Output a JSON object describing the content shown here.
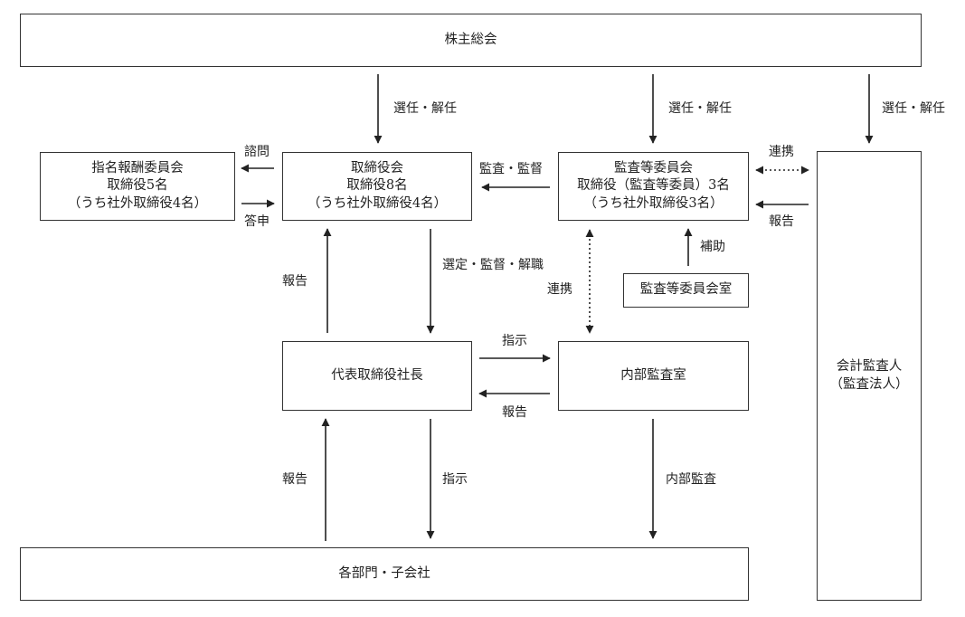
{
  "nodes": {
    "shareholders": {
      "lines": [
        "株主総会"
      ]
    },
    "nomination_committee": {
      "lines": [
        "指名報酬委員会",
        "取締役5名",
        "（うち社外取締役4名）"
      ]
    },
    "board": {
      "lines": [
        "取締役会",
        "取締役8名",
        "（うち社外取締役4名）"
      ]
    },
    "audit_committee": {
      "lines": [
        "監査等委員会",
        "取締役（監査等委員）3名",
        "（うち社外取締役3名）"
      ]
    },
    "audit_office": {
      "lines": [
        "監査等委員会室"
      ]
    },
    "president": {
      "lines": [
        "代表取締役社長"
      ]
    },
    "internal_audit": {
      "lines": [
        "内部監査室"
      ]
    },
    "accounting_auditor": {
      "lines": [
        "会計監査人",
        "（監査法人）"
      ]
    },
    "departments": {
      "lines": [
        "各部門・子会社"
      ]
    }
  },
  "labels": {
    "elect_board": "選任・解任",
    "elect_audit": "選任・解任",
    "elect_auditor": "選任・解任",
    "consult": "諮問",
    "report_back": "答申",
    "audit_supervise": "監査・監督",
    "coop_auditor": "連携",
    "report_auditor": "報告",
    "assist": "補助",
    "report_board": "報告",
    "appoint_supervise": "選定・監督・解職",
    "coop_internal": "連携",
    "instruct_internal": "指示",
    "report_internal": "報告",
    "report_dept": "報告",
    "instruct_dept": "指示",
    "internal_audit_label": "内部監査"
  }
}
